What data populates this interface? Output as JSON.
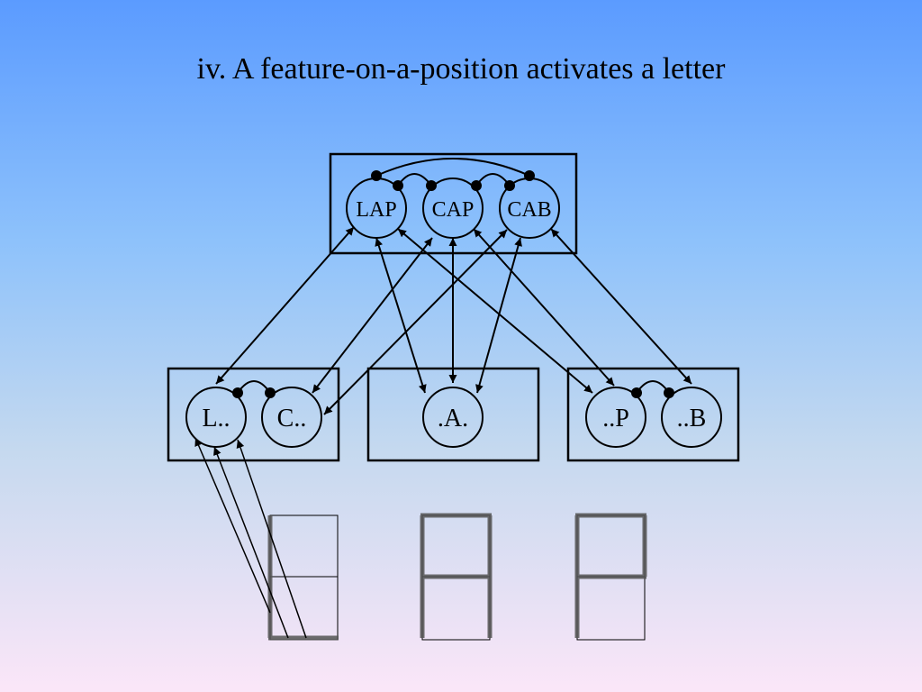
{
  "slide": {
    "title": "iv. A feature-on-a-position activates a letter"
  },
  "word_layer": {
    "nodes": [
      "LAP",
      "CAP",
      "CAB"
    ]
  },
  "letter_layer": {
    "position1": [
      "L..",
      "C.."
    ],
    "position2": [
      ".A."
    ],
    "position3": [
      "..P",
      "..B"
    ]
  },
  "colors": {
    "background_top": "#5b9bff",
    "background_bottom": "#fbe6f8",
    "stroke": "#000000",
    "active_segment": "#555555"
  }
}
